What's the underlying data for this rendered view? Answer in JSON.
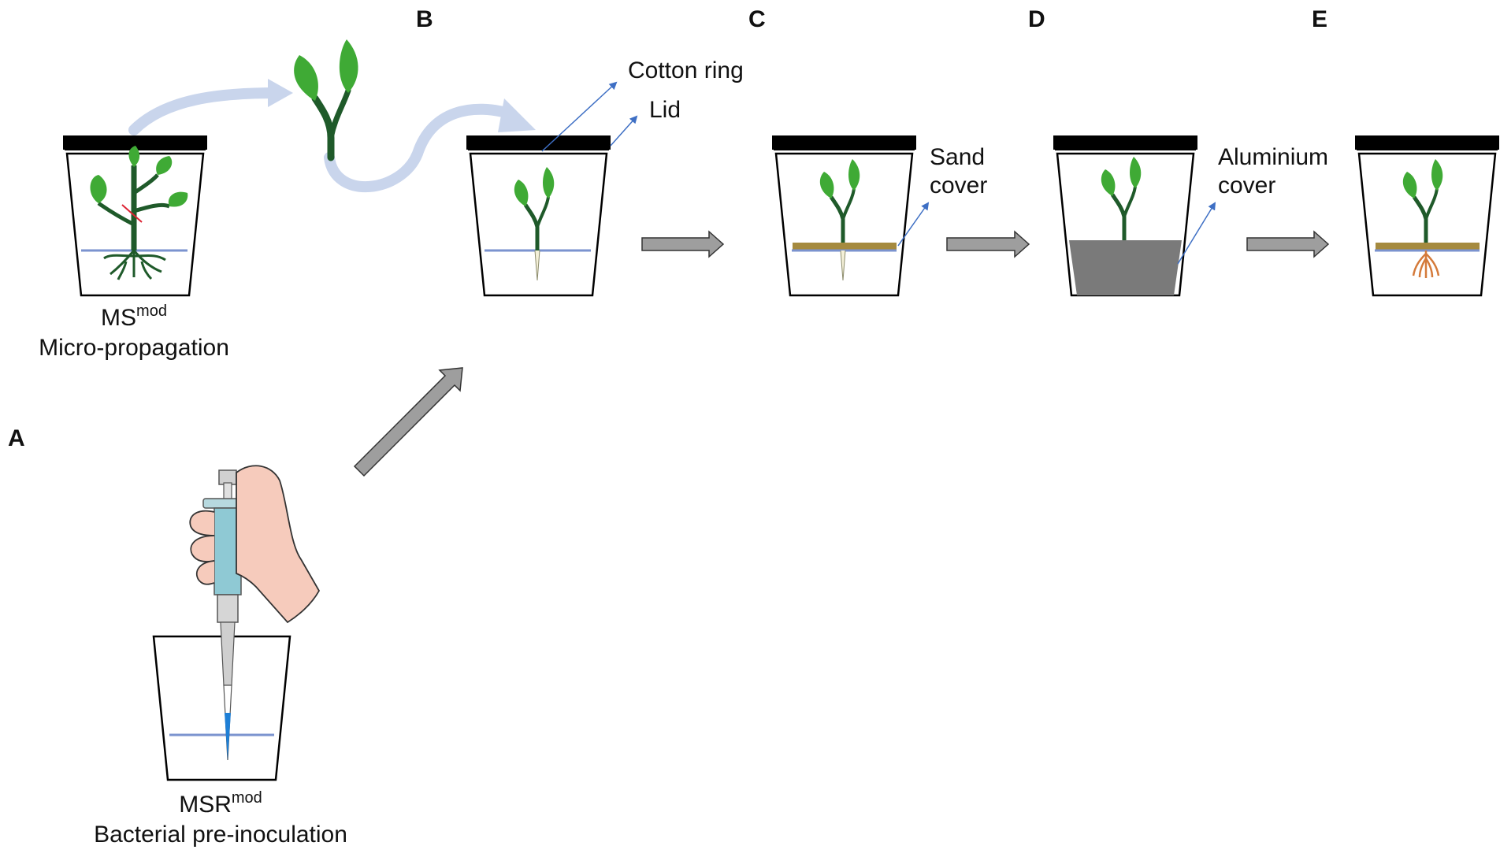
{
  "panels": {
    "a": "A",
    "b": "B",
    "c": "C",
    "d": "D",
    "e": "E"
  },
  "captions": {
    "ms_base": "MS",
    "ms_sup": "mod",
    "micro_propagation": "Micro-propagation",
    "msr_base": "MSR",
    "msr_sup": "mod",
    "bacterial_preinoculation": "Bacterial pre-inoculation"
  },
  "annotations": {
    "cotton_ring": "Cotton ring",
    "lid": "Lid",
    "sand_line1": "Sand",
    "sand_line2": "cover",
    "aluminium_line1": "Aluminium",
    "aluminium_line2": "cover"
  },
  "colors": {
    "lid": "#000000",
    "medium_line": "#7b93cf",
    "leaf": "#3faa35",
    "stem": "#1f5a2a",
    "sand": "#a58a3f",
    "aluminium": "#7a7a7a",
    "process_arrow": "#9e9e9e",
    "transfer_arrow": "#c9d5ec",
    "pointer": "#3e6fc4",
    "root_orange": "#d47a3a",
    "pipette_blue": "#8fc9d4",
    "hand": "#f6cbbc"
  },
  "icons": [
    "hand-icon",
    "pipette-icon",
    "plantlet-icon",
    "jar-icon",
    "arrow-icon"
  ]
}
